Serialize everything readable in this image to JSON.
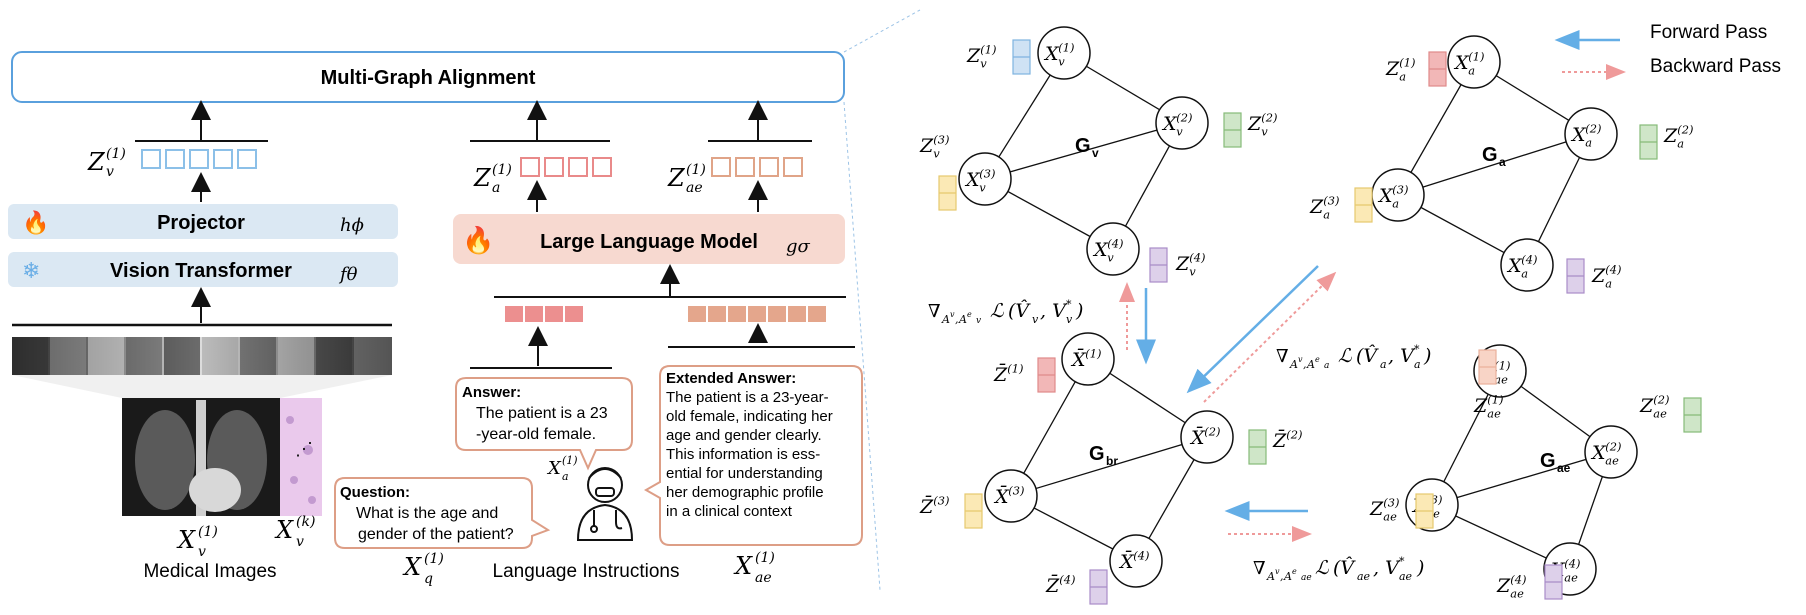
{
  "alignment_box": {
    "label": "Multi-Graph Alignment"
  },
  "vision": {
    "projector_label": "Projector",
    "projector_symbol": "hϕ",
    "vit_label": "Vision Transformer",
    "vit_symbol": "fθ",
    "embedding_label": "Z",
    "embedding_sub": "v",
    "embedding_sup": "(1)",
    "image_label_main": "X",
    "image_label_main_sub": "v",
    "image_label_main_sup": "(1)",
    "image_label_k": "X",
    "image_label_k_sub": "v",
    "image_label_k_sup": "(k)",
    "caption": "Medical Images"
  },
  "language": {
    "llm_label": "Large Language Model",
    "llm_symbol": "gσ",
    "za_label": "Z",
    "za_sub": "a",
    "za_sup": "(1)",
    "zae_label": "Z",
    "zae_sub": "ae",
    "zae_sup": "(1)",
    "answer_title": "Answer:",
    "answer_lines": [
      "The patient is a 23",
      "-year-old female."
    ],
    "question_title": "Question:",
    "question_lines": [
      "What is the age and",
      "gender of the patient?"
    ],
    "extended_title": "Extended Answer:",
    "extended_lines": [
      "The patient is a 23-year-",
      "old female, indicating her",
      "age and gender clearly.",
      "This information is ess-",
      "ential for understanding",
      "her demographic profile",
      "in a clinical context"
    ],
    "xa_label": "X",
    "xa_sub": "a",
    "xa_sup": "(1)",
    "xq_label": "X",
    "xq_sub": "q",
    "xq_sup": "(1)",
    "xae_label": "X",
    "xae_sub": "ae",
    "xae_sup": "(1)",
    "caption": "Language Instructions"
  },
  "legend": {
    "forward": "Forward Pass",
    "backward": "Backward Pass"
  },
  "graphs": {
    "gv": {
      "title": "G",
      "title_sub": "v",
      "nodes": [
        {
          "base": "X",
          "sub": "v",
          "sup": "(1)"
        },
        {
          "base": "X",
          "sub": "v",
          "sup": "(2)"
        },
        {
          "base": "X",
          "sub": "v",
          "sup": "(3)"
        },
        {
          "base": "X",
          "sub": "v",
          "sup": "(4)"
        }
      ],
      "embeds": [
        {
          "base": "Z",
          "sub": "v",
          "sup": "(1)"
        },
        {
          "base": "Z",
          "sub": "v",
          "sup": "(2)"
        },
        {
          "base": "Z",
          "sub": "v",
          "sup": "(3)"
        },
        {
          "base": "Z",
          "sub": "v",
          "sup": "(4)"
        }
      ]
    },
    "ga": {
      "title": "G",
      "title_sub": "a",
      "nodes": [
        {
          "base": "X",
          "sub": "a",
          "sup": "(1)"
        },
        {
          "base": "X",
          "sub": "a",
          "sup": "(2)"
        },
        {
          "base": "X",
          "sub": "a",
          "sup": "(3)"
        },
        {
          "base": "X",
          "sub": "a",
          "sup": "(4)"
        }
      ],
      "embeds": [
        {
          "base": "Z",
          "sub": "a",
          "sup": "(1)"
        },
        {
          "base": "Z",
          "sub": "a",
          "sup": "(2)"
        },
        {
          "base": "Z",
          "sub": "a",
          "sup": "(3)"
        },
        {
          "base": "Z",
          "sub": "a",
          "sup": "(4)"
        }
      ]
    },
    "gbr": {
      "title": "G",
      "title_sub": "br",
      "nodes": [
        {
          "base": "X̄",
          "sub": "",
          "sup": "(1)"
        },
        {
          "base": "X̄",
          "sub": "",
          "sup": "(2)"
        },
        {
          "base": "X̄",
          "sub": "",
          "sup": "(3)"
        },
        {
          "base": "X̄",
          "sub": "",
          "sup": "(4)"
        }
      ],
      "embeds": [
        {
          "base": "Z̄",
          "sub": "",
          "sup": "(1)"
        },
        {
          "base": "Z̄",
          "sub": "",
          "sup": "(2)"
        },
        {
          "base": "Z̄",
          "sub": "",
          "sup": "(3)"
        },
        {
          "base": "Z̄",
          "sub": "",
          "sup": "(4)"
        }
      ]
    },
    "gae": {
      "title": "G",
      "title_sub": "ae",
      "nodes": [
        {
          "base": "X",
          "sub": "ae",
          "sup": "(1)"
        },
        {
          "base": "X",
          "sub": "ae",
          "sup": "(2)"
        },
        {
          "base": "X",
          "sub": "ae",
          "sup": "(3)"
        },
        {
          "base": "X",
          "sub": "ae",
          "sup": "(4)"
        }
      ],
      "embeds": [
        {
          "base": "Z",
          "sub": "ae",
          "sup": "(1)"
        },
        {
          "base": "Z",
          "sub": "ae",
          "sup": "(2)"
        },
        {
          "base": "Z",
          "sub": "ae",
          "sup": "(3)"
        },
        {
          "base": "Z",
          "sub": "ae",
          "sup": "(4)"
        }
      ]
    }
  },
  "gradients": {
    "v": {
      "nabla": "∇",
      "sub": "A",
      "sub_sup1": "v",
      "sub_sup2": "e",
      "sub_v": "v",
      "body": "ℒ",
      "args": "(V̂",
      "args_sub1": "v",
      "comma": ", V",
      "args_sub2": "v",
      "star": "*",
      "close": ")"
    },
    "a": {
      "nabla": "∇",
      "sub": "A",
      "sub_sup1": "v",
      "sub_sup2": "e",
      "sub_v": "a",
      "body": "ℒ",
      "args": "(V̂",
      "args_sub1": "a",
      "comma": ", V",
      "args_sub2": "a",
      "star": "*",
      "close": ")"
    },
    "ae": {
      "nabla": "∇",
      "sub": "A",
      "sub_sup1": "v",
      "sub_sup2": "e",
      "sub_v": "ae",
      "body": "ℒ",
      "args": "(V̂",
      "args_sub1": "ae",
      "comma": ", V",
      "args_sub2": "ae",
      "star": "*",
      "close": ")"
    }
  },
  "colors": {
    "alignment_border": "#5aa0dd",
    "vision_block_fill": "#dbe8f3",
    "llm_block_fill": "#f7d9d0",
    "token_blue": "#8cc0e8",
    "token_red": "#e98a8a",
    "token_brown": "#e0a488",
    "bubble_border": "#dd9e86",
    "forward_arrow": "#64aee6",
    "backward_arrow": "#ef9a9a",
    "emb_blue": "#cfe2f4",
    "emb_red": "#f2b7b7",
    "emb_yellow": "#fbe9b5",
    "emb_green": "#cfe6c8",
    "emb_purple": "#ddd0ea",
    "emb_peach": "#f8d4c6"
  },
  "icons": [
    "fire-icon",
    "snowflake-icon",
    "doctor-icon",
    "xray-image"
  ]
}
